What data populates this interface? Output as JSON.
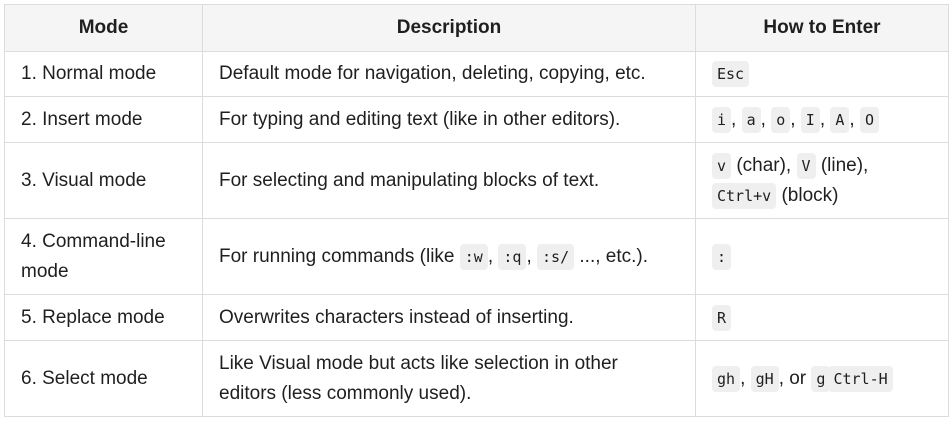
{
  "headers": {
    "mode": "Mode",
    "description": "Description",
    "how": "How to Enter"
  },
  "rows": [
    {
      "mode": "1. Normal mode",
      "description": "Default mode for navigation, deleting, copying, etc.",
      "keys": [
        "Esc"
      ]
    },
    {
      "mode": "2. Insert mode",
      "description": "For typing and editing text (like in other editors).",
      "keys": [
        "i",
        "a",
        "o",
        "I",
        "A",
        "O"
      ],
      "sep": ","
    },
    {
      "mode": "3. Visual mode",
      "description": "For selecting and manipulating blocks of text.",
      "keys": [
        "v",
        "V",
        "Ctrl+v"
      ],
      "notes": [
        "(char),",
        "(line),",
        "(block)"
      ]
    },
    {
      "mode": "4. Command-line mode",
      "description_prefix": "For running commands (like",
      "description_codes": [
        ":w",
        ":q",
        ":s/"
      ],
      "description_sep": ",",
      "description_suffix": "..., etc.).",
      "keys": [
        ":"
      ]
    },
    {
      "mode": "5. Replace mode",
      "description": "Overwrites characters instead of inserting.",
      "keys": [
        "R"
      ]
    },
    {
      "mode": "6. Select mode",
      "description": "Like Visual mode but acts like selection in other editors (less commonly used).",
      "keys": [
        "gh",
        "gH",
        "g",
        "Ctrl-H"
      ],
      "sep": ",",
      "or_text": ", or"
    }
  ]
}
